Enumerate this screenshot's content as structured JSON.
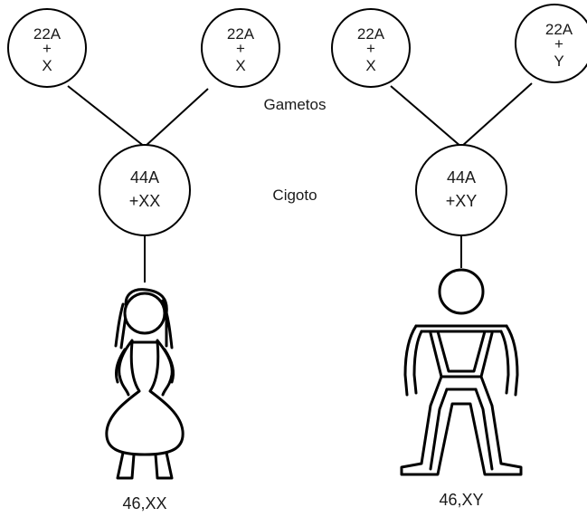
{
  "labels": {
    "gametes": "Gametos",
    "zygote": "Cigoto"
  },
  "female": {
    "gamete_left": {
      "line1": "22A",
      "line2": "+",
      "line3": "X"
    },
    "gamete_right": {
      "line1": "22A",
      "line2": "+",
      "line3": "X"
    },
    "zygote": {
      "line1": "44A",
      "line2": "+XX"
    },
    "karyotype": "46,XX"
  },
  "male": {
    "gamete_left": {
      "line1": "22A",
      "line2": "+",
      "line3": "X"
    },
    "gamete_right": {
      "line1": "22A",
      "line2": "+",
      "line3": "Y"
    },
    "zygote": {
      "line1": "44A",
      "line2": "+XY"
    },
    "karyotype": "46,XY"
  }
}
